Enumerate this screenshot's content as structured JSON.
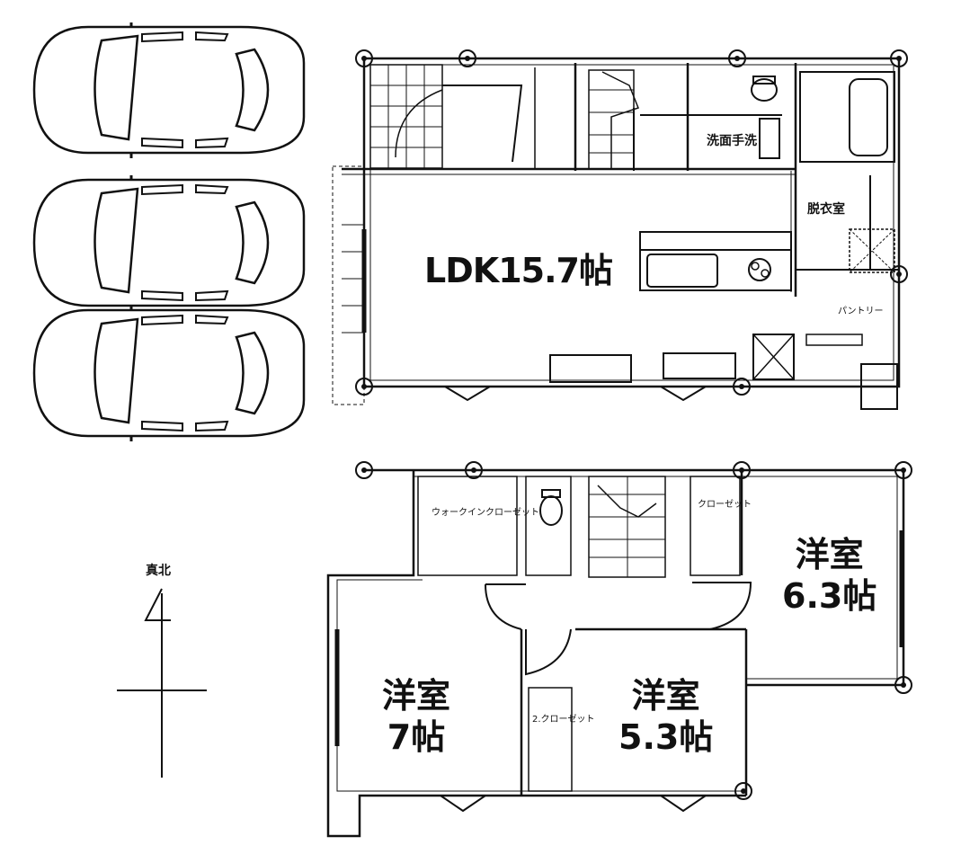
{
  "floor1": {
    "ldk": "LDK15.7帖",
    "washbasin": "洗面手洗",
    "dressing_room": "脱衣室",
    "pantry": "パントリー"
  },
  "floor2": {
    "room_a_line1": "洋室",
    "room_a_line2": "6.3帖",
    "room_b_line1": "洋室",
    "room_b_line2": "7帖",
    "room_c_line1": "洋室",
    "room_c_line2": "5.3帖",
    "walkin_closet": "ウォークインクローゼット",
    "closet": "クローゼット",
    "closet2": "2.クローゼット"
  },
  "compass": {
    "label": "真北"
  },
  "parking": {
    "car_count": 3
  }
}
